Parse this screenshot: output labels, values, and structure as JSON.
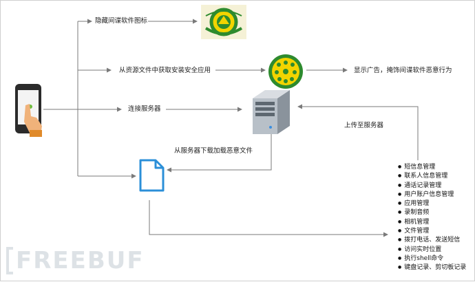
{
  "labels": {
    "hide_icon": "隐藏间谍软件图标",
    "get_safe_app": "从资源文件中获取安装安全应用",
    "show_ads": "显示广告，掩饰间谍软件恶意行为",
    "connect_server": "连接服务器",
    "upload_server": "上传至服务器",
    "download_malicious": "从服务器下载加载恶意文件"
  },
  "features": [
    "短信息管理",
    "联系人信息管理",
    "通话记录管理",
    "用户账户信息管理",
    "应用管理",
    "录制音频",
    "相机管理",
    "文件管理",
    "拨打电话、发送短信",
    "访问实时位置",
    "执行shell命令",
    "键盘记录、剪切板记录"
  ],
  "watermark": "FREEBUF",
  "icons": {
    "phone": "smartphone-touch-icon",
    "badge_top": "emblem-badge-icon",
    "badge_mid": "round-emblem-icon",
    "server": "server-tower-icon",
    "file": "document-file-icon"
  },
  "colors": {
    "line": "#7a7a7a",
    "emblem_green": "#2e8b2e",
    "emblem_yellow": "#f2d400",
    "file_blue": "#2b8fd8"
  }
}
